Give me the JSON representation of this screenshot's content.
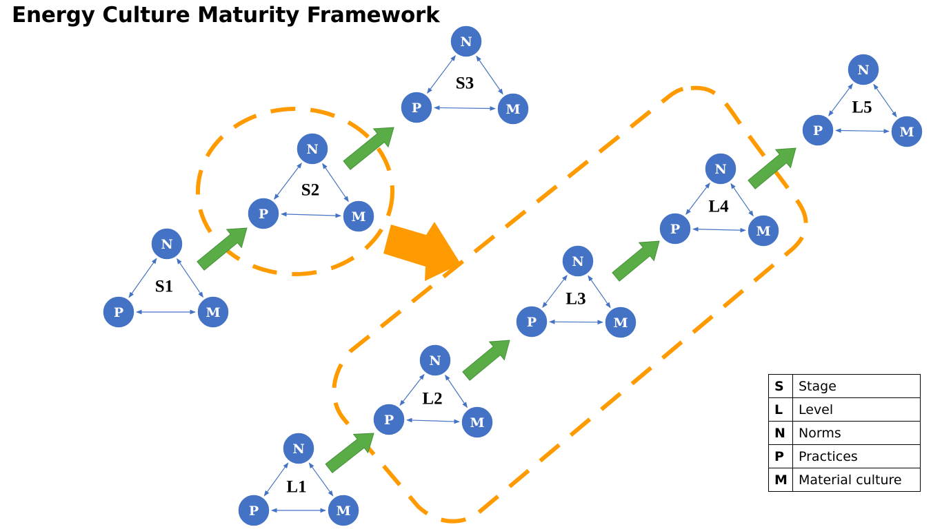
{
  "title": "Energy Culture Maturity Framework",
  "colors": {
    "node_fill": "#4472c4",
    "connector": "#4472c4",
    "dashed_outline": "#ff9a00",
    "progress_arrow": "#5aac46",
    "transition_arrow": "#ff9a00"
  },
  "node_letters": {
    "norms": "N",
    "practices": "P",
    "material": "M"
  },
  "stages": [
    {
      "id": "S1",
      "label": "S1"
    },
    {
      "id": "S2",
      "label": "S2"
    },
    {
      "id": "S3",
      "label": "S3"
    }
  ],
  "levels": [
    {
      "id": "L1",
      "label": "L1"
    },
    {
      "id": "L2",
      "label": "L2"
    },
    {
      "id": "L3",
      "label": "L3"
    },
    {
      "id": "L4",
      "label": "L4"
    },
    {
      "id": "L5",
      "label": "L5"
    }
  ],
  "legend": [
    {
      "key": "S",
      "value": "Stage"
    },
    {
      "key": "L",
      "value": "Level"
    },
    {
      "key": "N",
      "value": "Norms"
    },
    {
      "key": "P",
      "value": "Practices"
    },
    {
      "key": "M",
      "value": "Material culture"
    }
  ]
}
